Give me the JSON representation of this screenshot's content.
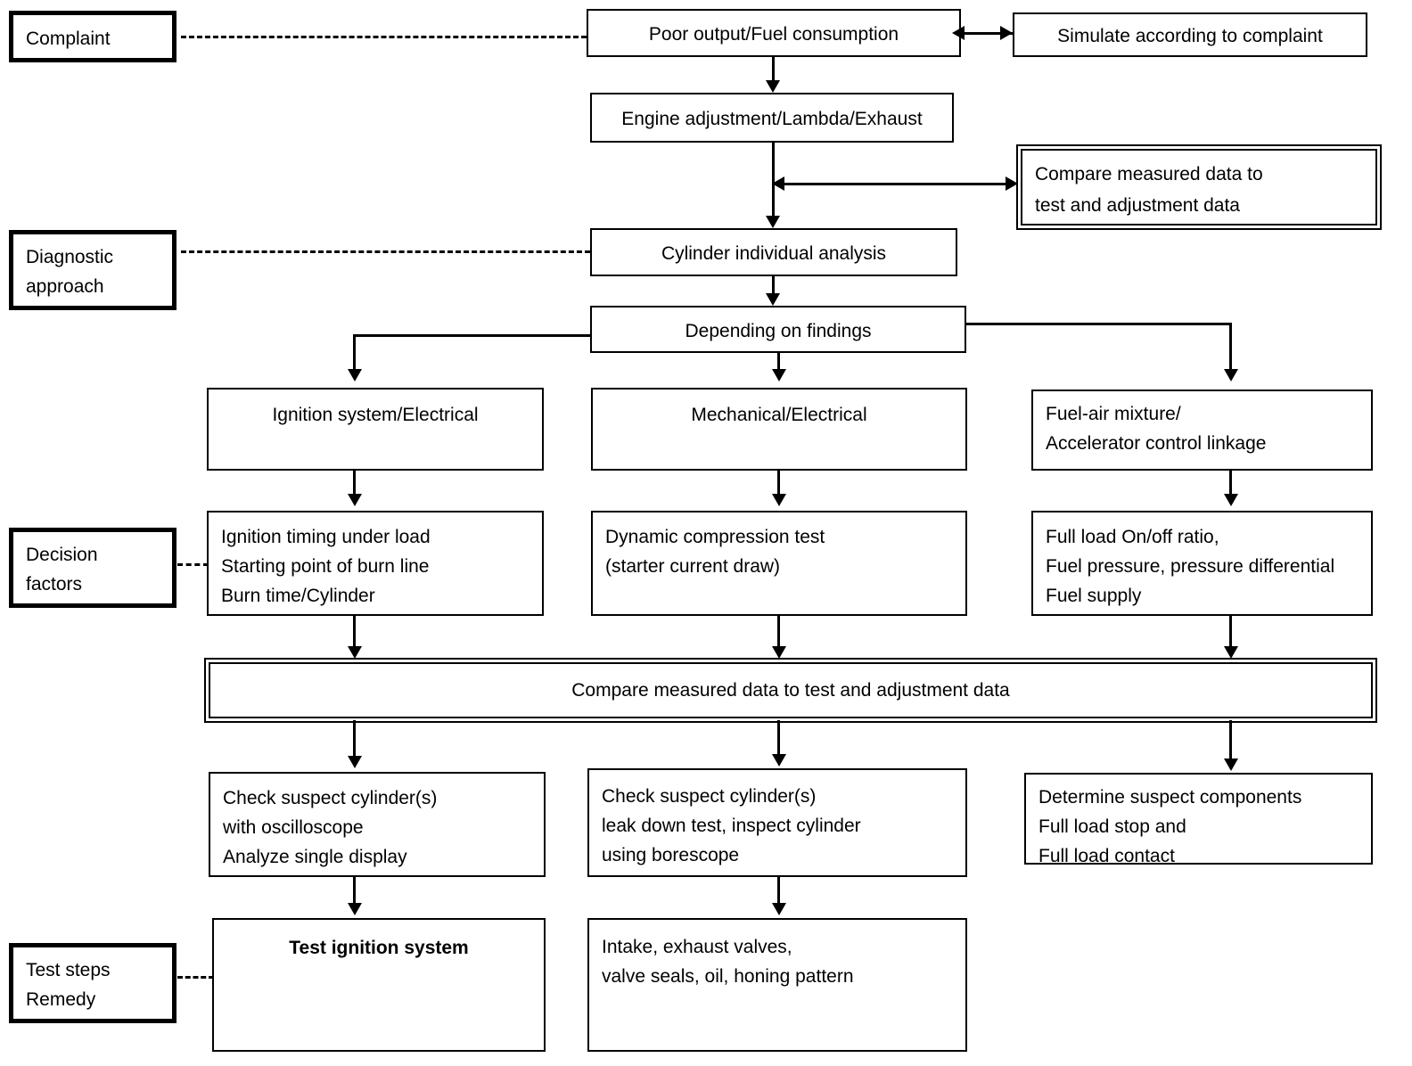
{
  "diagram": {
    "title": "Engine diagnostic flowchart - poor output / fuel consumption",
    "stage_labels": {
      "complaint": "Complaint",
      "diagnostic_approach": "Diagnostic\napproach",
      "decision_factors": "Decision\nfactors",
      "test_steps": "Test steps\nRemedy"
    },
    "nodes": {
      "poor_output": "Poor output/Fuel consumption",
      "simulate": "Simulate according to complaint",
      "engine_adjustment": "Engine adjustment/Lambda/Exhaust",
      "compare_top": "Compare measured data to\ntest and adjustment data",
      "cylinder_analysis": "Cylinder individual analysis",
      "depending_on_findings": "Depending on findings",
      "branch_ignition": "Ignition system/Electrical",
      "branch_mechanical": "Mechanical/Electrical",
      "branch_fuel_air": "Fuel-air mixture/\nAccelerator control linkage",
      "factors_ignition": "Ignition timing under load\nStarting point of burn line\nBurn time/Cylinder",
      "factors_mechanical": "Dynamic compression test\n(starter current draw)",
      "factors_fuel": "Full load On/off ratio,\nFuel pressure, pressure differential\nFuel supply",
      "compare_bar": "Compare measured data to test and adjustment data",
      "check_ignition": "Check suspect cylinder(s)\nwith oscilloscope\nAnalyze single display",
      "check_mechanical": "Check suspect cylinder(s)\nleak down test, inspect cylinder\nusing borescope",
      "check_fuel": "Determine suspect components\nFull load stop and\nFull load contact",
      "remedy_ignition": "Test ignition system",
      "remedy_mechanical": "Intake, exhaust valves,\nvalve seals, oil, honing pattern"
    },
    "colors": {
      "stroke": "#000000",
      "fill": "#ffffff"
    }
  }
}
